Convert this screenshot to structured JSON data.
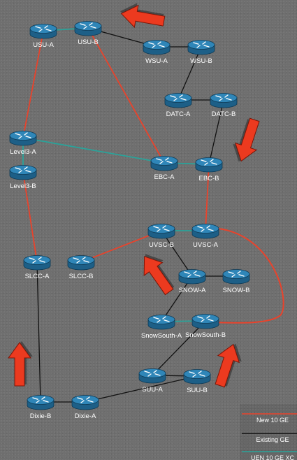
{
  "colors": {
    "new_10ge": "#e8432c",
    "existing_ge": "#111111",
    "uen_10ge_xc": "#2aa39a",
    "router_body": "#2f86b8",
    "arrow_fill": "#ec3a1f"
  },
  "nodes": [
    {
      "id": "usu-a",
      "label": "USU-A",
      "icon": "router-icon"
    },
    {
      "id": "usu-b",
      "label": "USU-B",
      "icon": "router-icon"
    },
    {
      "id": "wsu-a",
      "label": "WSU-A",
      "icon": "router-icon"
    },
    {
      "id": "wsu-b",
      "label": "WSU-B",
      "icon": "router-icon"
    },
    {
      "id": "datc-a",
      "label": "DATC-A",
      "icon": "router-icon"
    },
    {
      "id": "datc-b",
      "label": "DATC-B",
      "icon": "router-icon"
    },
    {
      "id": "level3-a",
      "label": "Level3-A",
      "icon": "router-icon"
    },
    {
      "id": "level3-b",
      "label": "Level3-B",
      "icon": "router-icon"
    },
    {
      "id": "ebc-a",
      "label": "EBC-A",
      "icon": "router-icon"
    },
    {
      "id": "ebc-b",
      "label": "EBC-B",
      "icon": "router-icon"
    },
    {
      "id": "uvsc-b",
      "label": "UVSC-B",
      "icon": "router-icon"
    },
    {
      "id": "uvsc-a",
      "label": "UVSC-A",
      "icon": "router-icon"
    },
    {
      "id": "slcc-a",
      "label": "SLCC-A",
      "icon": "router-icon"
    },
    {
      "id": "slcc-b",
      "label": "SLCC-B",
      "icon": "router-icon"
    },
    {
      "id": "snow-a",
      "label": "SNOW-A",
      "icon": "router-icon"
    },
    {
      "id": "snow-b",
      "label": "SNOW-B",
      "icon": "router-icon"
    },
    {
      "id": "snowsouth-a",
      "label": "SnowSouth-A",
      "icon": "router-icon"
    },
    {
      "id": "snowsouth-b",
      "label": "SnowSouth-B",
      "icon": "router-icon"
    },
    {
      "id": "suu-a",
      "label": "SUU-A",
      "icon": "router-icon"
    },
    {
      "id": "suu-b",
      "label": "SUU-B",
      "icon": "router-icon"
    },
    {
      "id": "dixie-b",
      "label": "Dixie-B",
      "icon": "router-icon"
    },
    {
      "id": "dixie-a",
      "label": "Dixie-A",
      "icon": "router-icon"
    }
  ],
  "links": [
    {
      "from": "usu-a",
      "to": "usu-b",
      "type": "uen_10ge_xc"
    },
    {
      "from": "usu-b",
      "to": "wsu-a",
      "type": "existing_ge"
    },
    {
      "from": "wsu-a",
      "to": "wsu-b",
      "type": "existing_ge"
    },
    {
      "from": "wsu-b",
      "to": "datc-a",
      "type": "existing_ge"
    },
    {
      "from": "datc-a",
      "to": "datc-b",
      "type": "existing_ge"
    },
    {
      "from": "datc-b",
      "to": "ebc-b",
      "type": "existing_ge"
    },
    {
      "from": "usu-b",
      "to": "ebc-a",
      "type": "new_10ge"
    },
    {
      "from": "usu-a",
      "to": "level3-a",
      "type": "new_10ge"
    },
    {
      "from": "level3-a",
      "to": "ebc-a",
      "type": "uen_10ge_xc"
    },
    {
      "from": "level3-a",
      "to": "level3-b",
      "type": "uen_10ge_xc"
    },
    {
      "from": "ebc-a",
      "to": "ebc-b",
      "type": "uen_10ge_xc"
    },
    {
      "from": "level3-b",
      "to": "slcc-a",
      "type": "new_10ge"
    },
    {
      "from": "ebc-b",
      "to": "uvsc-a",
      "type": "new_10ge"
    },
    {
      "from": "uvsc-b",
      "to": "uvsc-a",
      "type": "uen_10ge_xc"
    },
    {
      "from": "slcc-b",
      "to": "uvsc-b",
      "type": "new_10ge"
    },
    {
      "from": "uvsc-b",
      "to": "snow-a",
      "type": "existing_ge"
    },
    {
      "from": "snow-a",
      "to": "snow-b",
      "type": "existing_ge"
    },
    {
      "from": "snow-a",
      "to": "snowsouth-a",
      "type": "existing_ge"
    },
    {
      "from": "snowsouth-a",
      "to": "snowsouth-b",
      "type": "uen_10ge_xc"
    },
    {
      "from": "uvsc-a",
      "to": "snowsouth-b",
      "type": "new_10ge",
      "curve": true
    },
    {
      "from": "snowsouth-b",
      "to": "suu-a",
      "type": "existing_ge"
    },
    {
      "from": "suu-a",
      "to": "suu-b",
      "type": "existing_ge"
    },
    {
      "from": "slcc-a",
      "to": "dixie-b",
      "type": "existing_ge"
    },
    {
      "from": "dixie-b",
      "to": "dixie-a",
      "type": "existing_ge"
    },
    {
      "from": "dixie-a",
      "to": "suu-b",
      "type": "existing_ge"
    }
  ],
  "arrows": [
    {
      "id": "top",
      "icon": "red-arrow-icon"
    },
    {
      "id": "right",
      "icon": "red-arrow-icon"
    },
    {
      "id": "middle",
      "icon": "red-arrow-icon"
    },
    {
      "id": "bottom-right",
      "icon": "red-arrow-icon"
    },
    {
      "id": "bottom-left",
      "icon": "red-arrow-icon"
    }
  ],
  "legend": [
    {
      "label": "New 10 GE",
      "type": "new_10ge"
    },
    {
      "label": "Existing  GE",
      "type": "existing_ge"
    },
    {
      "label": "UEN 10 GE XC",
      "type": "uen_10ge_xc"
    }
  ]
}
